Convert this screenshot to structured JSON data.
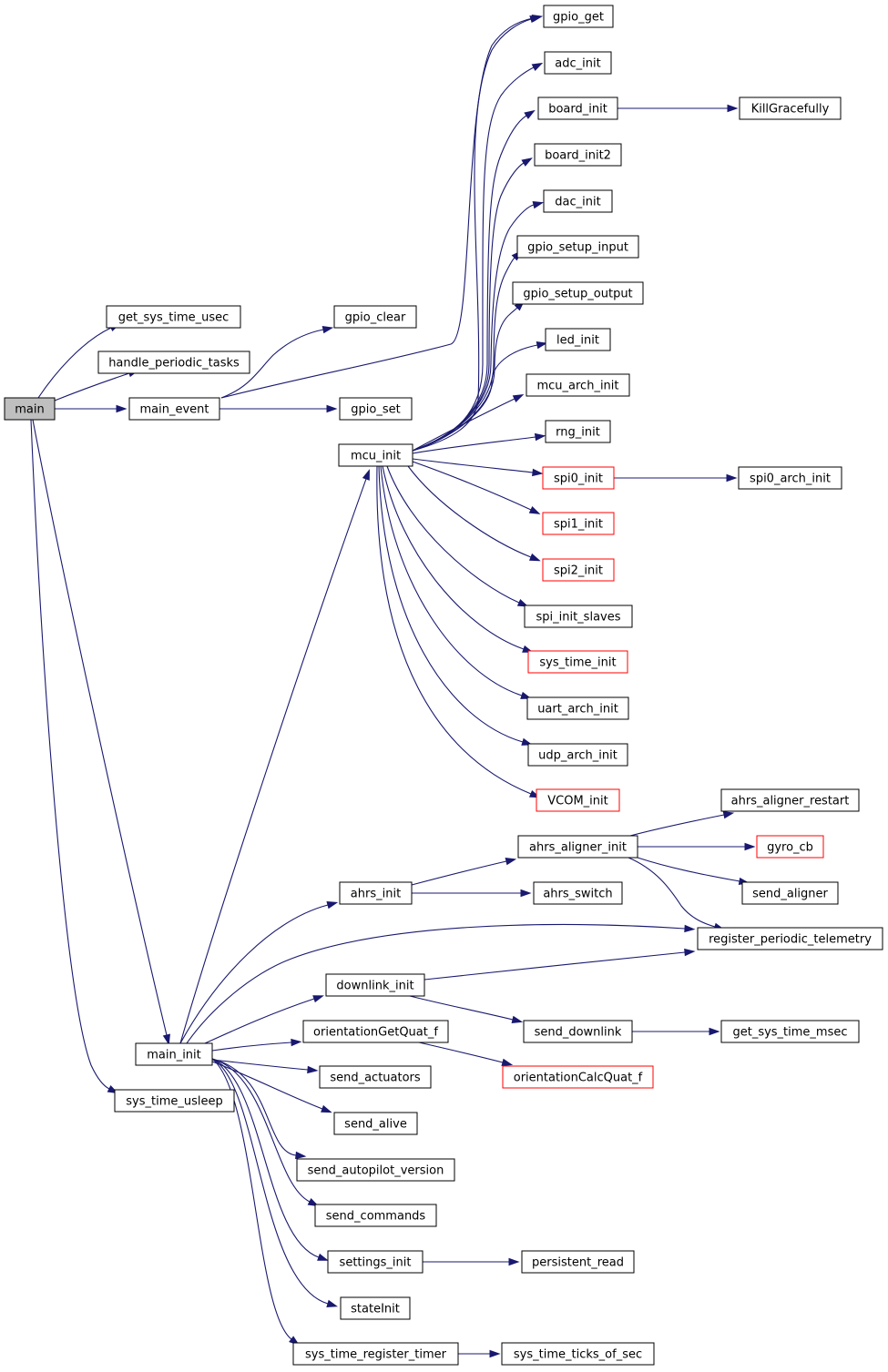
{
  "colors": {
    "edge": "#191970",
    "border_normal": "#000000",
    "border_truncated": "#ff0000",
    "root_fill": "#bfbfbf",
    "node_fill": "#ffffff"
  },
  "nodes": {
    "main": {
      "label": "main",
      "kind": "root"
    },
    "get_sys_time_usec": {
      "label": "get_sys_time_usec",
      "kind": "normal"
    },
    "handle_periodic_tasks": {
      "label": "handle_periodic_tasks",
      "kind": "normal"
    },
    "main_event": {
      "label": "main_event",
      "kind": "normal"
    },
    "main_init": {
      "label": "main_init",
      "kind": "normal"
    },
    "sys_time_usleep": {
      "label": "sys_time_usleep",
      "kind": "normal"
    },
    "gpio_clear": {
      "label": "gpio_clear",
      "kind": "normal"
    },
    "gpio_set": {
      "label": "gpio_set",
      "kind": "normal"
    },
    "mcu_init": {
      "label": "mcu_init",
      "kind": "normal"
    },
    "gpio_get": {
      "label": "gpio_get",
      "kind": "normal"
    },
    "adc_init": {
      "label": "adc_init",
      "kind": "normal"
    },
    "board_init": {
      "label": "board_init",
      "kind": "normal"
    },
    "KillGracefully": {
      "label": "KillGracefully",
      "kind": "normal"
    },
    "board_init2": {
      "label": "board_init2",
      "kind": "normal"
    },
    "dac_init": {
      "label": "dac_init",
      "kind": "normal"
    },
    "gpio_setup_input": {
      "label": "gpio_setup_input",
      "kind": "normal"
    },
    "gpio_setup_output": {
      "label": "gpio_setup_output",
      "kind": "normal"
    },
    "led_init": {
      "label": "led_init",
      "kind": "normal"
    },
    "mcu_arch_init": {
      "label": "mcu_arch_init",
      "kind": "normal"
    },
    "rng_init": {
      "label": "rng_init",
      "kind": "normal"
    },
    "spi0_init": {
      "label": "spi0_init",
      "kind": "truncated"
    },
    "spi0_arch_init": {
      "label": "spi0_arch_init",
      "kind": "normal"
    },
    "spi1_init": {
      "label": "spi1_init",
      "kind": "truncated"
    },
    "spi2_init": {
      "label": "spi2_init",
      "kind": "truncated"
    },
    "spi_init_slaves": {
      "label": "spi_init_slaves",
      "kind": "normal"
    },
    "sys_time_init": {
      "label": "sys_time_init",
      "kind": "truncated"
    },
    "uart_arch_init": {
      "label": "uart_arch_init",
      "kind": "normal"
    },
    "udp_arch_init": {
      "label": "udp_arch_init",
      "kind": "normal"
    },
    "VCOM_init": {
      "label": "VCOM_init",
      "kind": "truncated"
    },
    "ahrs_aligner_restart": {
      "label": "ahrs_aligner_restart",
      "kind": "normal"
    },
    "ahrs_aligner_init": {
      "label": "ahrs_aligner_init",
      "kind": "normal"
    },
    "gyro_cb": {
      "label": "gyro_cb",
      "kind": "truncated"
    },
    "ahrs_init": {
      "label": "ahrs_init",
      "kind": "normal"
    },
    "ahrs_switch": {
      "label": "ahrs_switch",
      "kind": "normal"
    },
    "send_aligner": {
      "label": "send_aligner",
      "kind": "normal"
    },
    "register_periodic_telemetry": {
      "label": "register_periodic_telemetry",
      "kind": "normal"
    },
    "downlink_init": {
      "label": "downlink_init",
      "kind": "normal"
    },
    "send_downlink": {
      "label": "send_downlink",
      "kind": "normal"
    },
    "get_sys_time_msec": {
      "label": "get_sys_time_msec",
      "kind": "normal"
    },
    "orientationGetQuat_f": {
      "label": "orientationGetQuat_f",
      "kind": "normal"
    },
    "orientationCalcQuat_f": {
      "label": "orientationCalcQuat_f",
      "kind": "truncated"
    },
    "send_actuators": {
      "label": "send_actuators",
      "kind": "normal"
    },
    "send_alive": {
      "label": "send_alive",
      "kind": "normal"
    },
    "send_autopilot_version": {
      "label": "send_autopilot_version",
      "kind": "normal"
    },
    "send_commands": {
      "label": "send_commands",
      "kind": "normal"
    },
    "settings_init": {
      "label": "settings_init",
      "kind": "normal"
    },
    "persistent_read": {
      "label": "persistent_read",
      "kind": "normal"
    },
    "stateInit": {
      "label": "stateInit",
      "kind": "normal"
    },
    "sys_time_register_timer": {
      "label": "sys_time_register_timer",
      "kind": "normal"
    },
    "sys_time_ticks_of_sec": {
      "label": "sys_time_ticks_of_sec",
      "kind": "normal"
    }
  }
}
